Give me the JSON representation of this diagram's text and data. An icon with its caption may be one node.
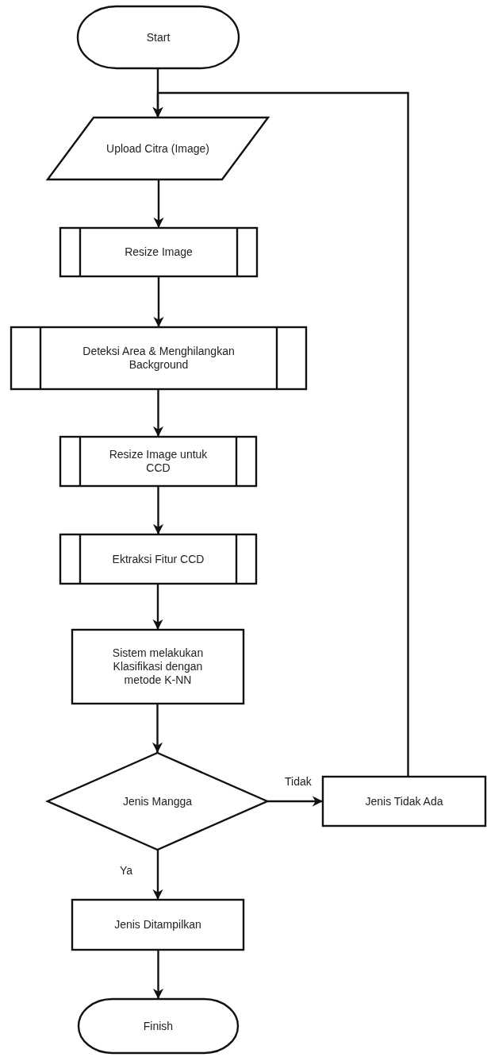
{
  "diagram": {
    "nodes": [
      {
        "text": [
          "Start"
        ]
      },
      {
        "text": [
          "Upload Citra (Image)"
        ]
      },
      {
        "text": [
          "Resize Image"
        ]
      },
      {
        "text": [
          "Deteksi Area & Menghilangkan Background"
        ]
      },
      {
        "text": [
          "Resize Image untuk CCD"
        ]
      },
      {
        "text": [
          "Ektraksi Fitur CCD"
        ]
      },
      {
        "text": [
          "Sistem melakukan Klasifikasi dengan metode K-NN"
        ]
      },
      {
        "text": [
          "Jenis Mangga"
        ]
      },
      {
        "text": [
          "Jenis Tidak Ada"
        ]
      },
      {
        "text": [
          "Jenis Ditampilkan"
        ]
      },
      {
        "text": [
          "Finish"
        ]
      }
    ],
    "edges": [
      {
        "from": 0,
        "to": 1,
        "arrow": "to"
      },
      {
        "from": 1,
        "to": 2,
        "arrow": "to"
      },
      {
        "from": 2,
        "to": 3,
        "arrow": "to"
      },
      {
        "from": 3,
        "to": 4,
        "arrow": "to"
      },
      {
        "from": 4,
        "to": 5,
        "arrow": "to"
      },
      {
        "from": 5,
        "to": 6,
        "arrow": "to"
      },
      {
        "from": 6,
        "to": 7,
        "arrow": "to"
      },
      {
        "from": 7,
        "to": 8,
        "arrow": "to",
        "label": "Tidak"
      },
      {
        "from": 7,
        "to": 9,
        "arrow": "to",
        "label": "Ya"
      },
      {
        "from": 9,
        "to": 10,
        "arrow": "to"
      },
      {
        "from": 8,
        "to": 1,
        "arrow": "to"
      }
    ]
  }
}
